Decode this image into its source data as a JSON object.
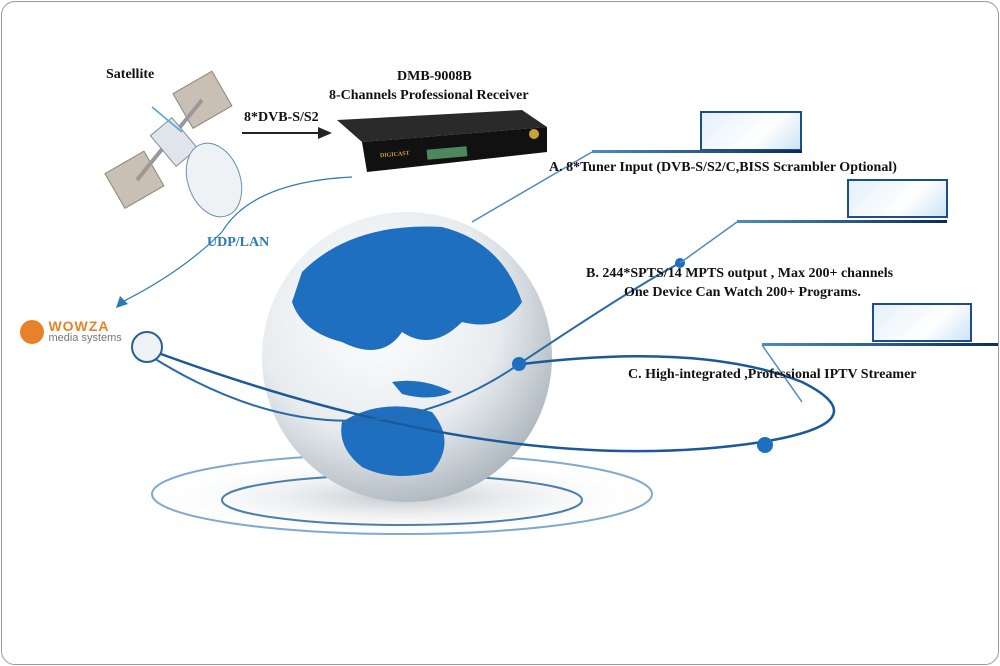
{
  "satellite_label": "Satellite",
  "device": {
    "model": "DMB-9008B",
    "description": "8-Channels Professional Receiver",
    "brand": "DIGICAST"
  },
  "input_arrow_label": "8*DVB-S/S2",
  "udp_label": "UDP/LAN",
  "wowza": {
    "name": "WOWZA",
    "subtitle": "media systems",
    "color": "#e8822a"
  },
  "features": [
    {
      "text": "A. 8*Tuner Input (DVB-S/S2/C,BISS Scrambler Optional)"
    },
    {
      "line1": "B. 244*SPTS/14 MPTS output , Max 200+ channels",
      "line2": "One Device Can Watch 200+ Programs."
    },
    {
      "text": "C. High-integrated ,Professional IPTV Streamer"
    }
  ],
  "colors": {
    "accent": "#1e6fc0",
    "dark_blue": "#0b2d57",
    "udp": "#2a7ab5"
  }
}
